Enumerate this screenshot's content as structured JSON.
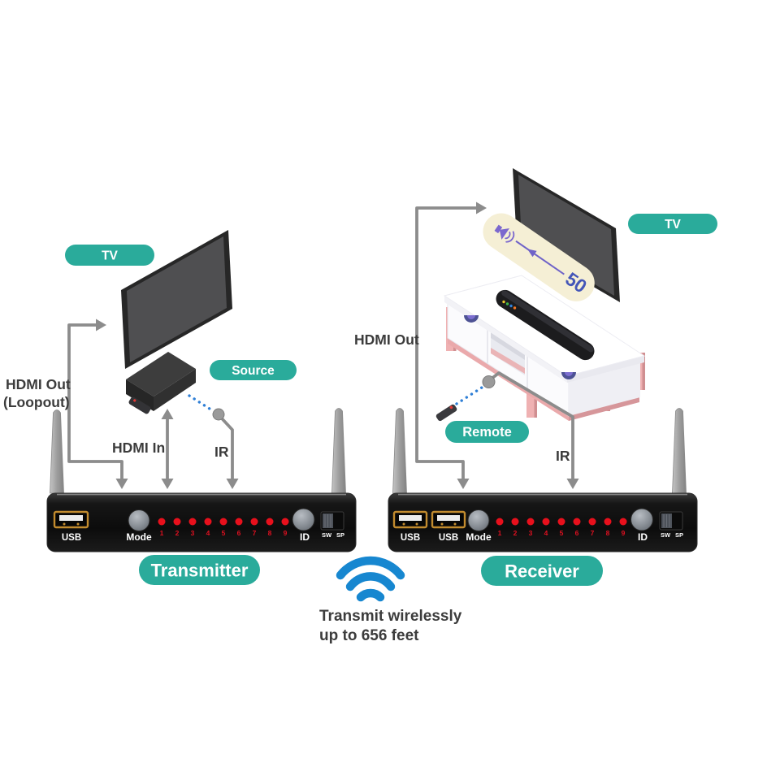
{
  "pills": {
    "tv_left": "TV",
    "source": "Source",
    "tv_right": "TV",
    "remote": "Remote",
    "transmitter": "Transmitter",
    "receiver": "Receiver"
  },
  "connections": {
    "hdmi_out_loopout": [
      "HDMI Out",
      "(Loopout)"
    ],
    "hdmi_in": "HDMI In",
    "ir_left": "IR",
    "hdmi_out": "HDMI Out",
    "ir_right": "IR"
  },
  "wireless_note": {
    "line1": "Transmit wirelessly",
    "line2": "up to 656 feet"
  },
  "volume_indicator": {
    "value": "50"
  },
  "device_panel": {
    "usb": "USB",
    "mode": "Mode",
    "id": "ID",
    "sw": "SW",
    "sp": "SP",
    "led_numbers": [
      "1",
      "2",
      "3",
      "4",
      "5",
      "6",
      "7",
      "8",
      "9"
    ]
  },
  "colors": {
    "accent_teal": "#2aab9b",
    "wifi_blue": "#1787d0",
    "led_red": "#e8101c",
    "arrow_gray": "#8c8c8c",
    "banner_cream": "#f5efd5",
    "volume_purple": "#7b68ce",
    "volume_number_blue": "#4456b8",
    "stand_pink": "#eaa9ab",
    "device_black": "#121212",
    "usb_gold": "#c28b2e"
  }
}
